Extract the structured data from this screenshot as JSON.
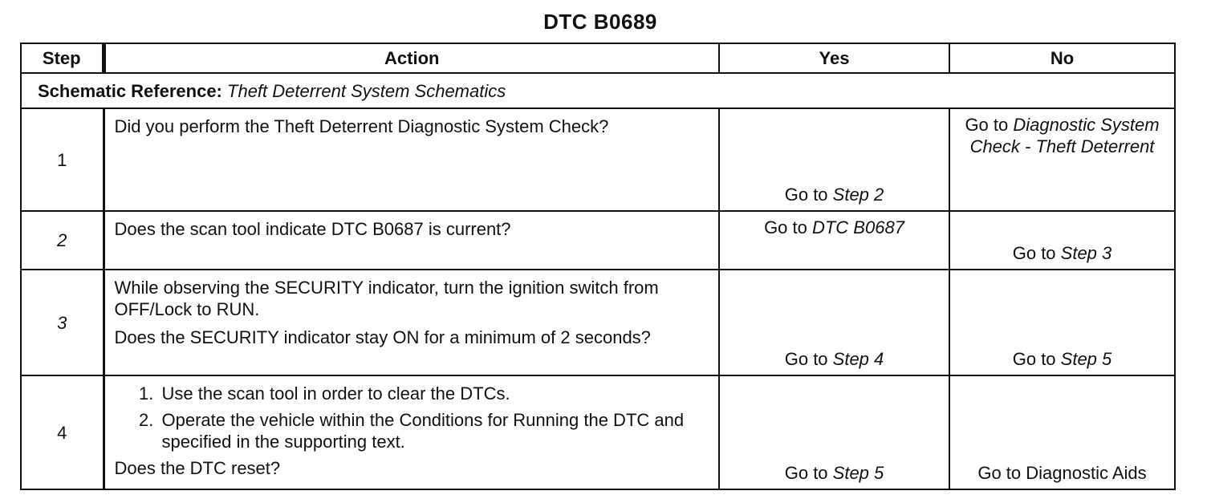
{
  "title": "DTC B0689",
  "columns": {
    "step": "Step",
    "action": "Action",
    "yes": "Yes",
    "no": "No"
  },
  "schematic": {
    "label": "Schematic Reference:",
    "link": "Theft Deterrent System Schematics"
  },
  "rows": [
    {
      "step": "1",
      "action": "Did you perform the Theft Deterrent Diagnostic System Check?",
      "yes": {
        "prefix": "Go to ",
        "link": "Step 2"
      },
      "no": {
        "prefix": "Go to ",
        "link": "Diagnostic System Check - Theft Deterrent"
      }
    },
    {
      "step": "2",
      "action": "Does the scan tool indicate DTC B0687 is current?",
      "yes": {
        "prefix": "Go to ",
        "link": "DTC B0687"
      },
      "no": {
        "prefix": "Go to ",
        "link": "Step 3"
      }
    },
    {
      "step": "3",
      "action_lines": [
        "While observing the SECURITY indicator, turn the ignition switch from OFF/Lock to RUN.",
        "Does the SECURITY indicator stay ON for a minimum of 2 seconds?"
      ],
      "yes": {
        "prefix": "Go to ",
        "link": "Step 4"
      },
      "no": {
        "prefix": "Go to ",
        "link": "Step 5"
      }
    },
    {
      "step": "4",
      "action_list": [
        "Use the scan tool in order to clear the DTCs.",
        "Operate the vehicle within the Conditions for Running the DTC and specified in the supporting text."
      ],
      "action_question": "Does the DTC reset?",
      "yes": {
        "prefix": "Go to ",
        "link": "Step 5"
      },
      "no": {
        "text": "Go to Diagnostic Aids"
      }
    }
  ]
}
